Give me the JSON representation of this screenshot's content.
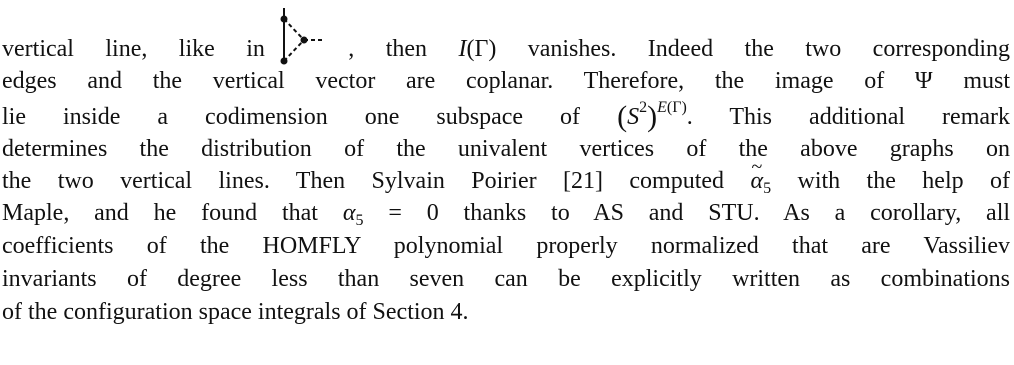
{
  "paragraph": {
    "l1a": "vertical line, like in",
    "l1b": ", then",
    "l1c": "I",
    "l1d": "(Γ) vanishes. Indeed the two corresponding",
    "l2": "edges and the vertical vector are coplanar. Therefore, the image of Ψ must",
    "l3a": "lie inside a codimension one subspace of",
    "l3b": "(",
    "l3c": "S",
    "l3d": "2",
    "l3e": ")",
    "l3f": "E",
    "l3g": "(Γ)",
    "l3h": ". This additional remark",
    "l4": "determines the distribution of the univalent vertices of the above graphs on",
    "l5a": "the two vertical lines. Then Sylvain Poirier [21] computed",
    "l5b": "α",
    "l5c": "5",
    "l5d": "with the help of",
    "l6a": "Maple, and he found that",
    "l6b": "α",
    "l6c": "5",
    "l6d": "= 0 thanks to AS and STU. As a corollary, all",
    "l7": "coefficients of the HOMFLY polynomial properly normalized that are Vassiliev",
    "l8": "invariants of degree less than seven can be explicitly written as combinations",
    "l9": "of the configuration space integrals of Section 4.",
    "tilde": "~"
  },
  "figure": {
    "stroke_color": "#111111"
  }
}
